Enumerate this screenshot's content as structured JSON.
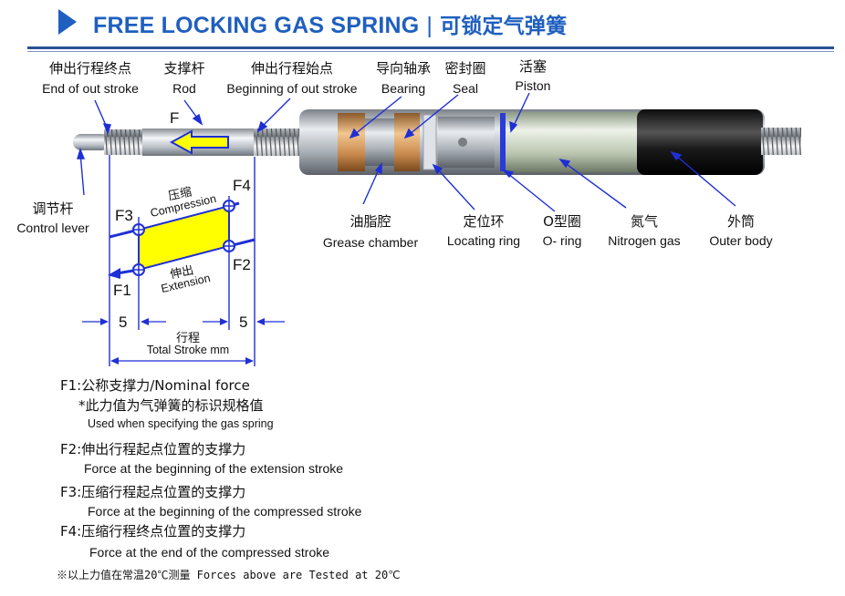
{
  "header": {
    "title_en": "FREE LOCKING GAS SPRING",
    "separator": "|",
    "title_cn": "可锁定气弹簧"
  },
  "labels": {
    "end_out_stroke": {
      "cn": "伸出行程终点",
      "en": "End of out stroke"
    },
    "rod": {
      "cn": "支撑杆",
      "en": "Rod"
    },
    "begin_out_stroke": {
      "cn": "伸出行程始点",
      "en": "Beginning of out stroke"
    },
    "bearing": {
      "cn": "导向轴承",
      "en": "Bearing"
    },
    "seal": {
      "cn": "密封圈",
      "en": "Seal"
    },
    "piston": {
      "cn": "活塞",
      "en": "Piston"
    },
    "control_lever": {
      "cn": "调节杆",
      "en": "Control lever"
    },
    "grease_chamber": {
      "cn": "油脂腔",
      "en": "Grease chamber"
    },
    "locating_ring": {
      "cn": "定位环",
      "en": "Locating ring"
    },
    "o_ring": {
      "cn": "O型圈",
      "en": "O- ring"
    },
    "nitrogen_gas": {
      "cn": "氮气",
      "en": "Nitrogen gas"
    },
    "outer_body": {
      "cn": "外筒",
      "en": "Outer body"
    }
  },
  "force_diagram": {
    "force_arrow": "F",
    "f1": "F1",
    "f2": "F2",
    "f3": "F3",
    "f4": "F4",
    "compression_cn": "压缩",
    "compression_en": "Compression",
    "extension_cn": "伸出",
    "extension_en": "Extension",
    "margin_left": "5",
    "margin_right": "5",
    "stroke_cn": "行程",
    "stroke_en": "Total Stroke mm"
  },
  "notes": {
    "f1_title": "F1:公称支撑力/Nominal force",
    "f1_sub_cn": "*此力值为气弹簧的标识规格值",
    "f1_sub_en": "Used when specifying the gas spring",
    "f2_title": "F2:伸出行程起点位置的支撑力",
    "f2_en": "Force at the beginning of the extension stroke",
    "f3_title": "F3:压缩行程起点位置的支撑力",
    "f3_en": "Force at the beginning of the compressed stroke",
    "f4_title": "F4:压缩行程终点位置的支撑力",
    "f4_en": "Force at the end of the compressed stroke",
    "footer": "※以上力值在常温20℃测量 Forces above are Tested at 20℃"
  },
  "colors": {
    "title_blue": "#1f5fbf",
    "arrow_blue": "#1f2fd6",
    "yellow": "#ffff00",
    "bronze": "#d49a5a",
    "body_dark": "#1b1b1b"
  }
}
